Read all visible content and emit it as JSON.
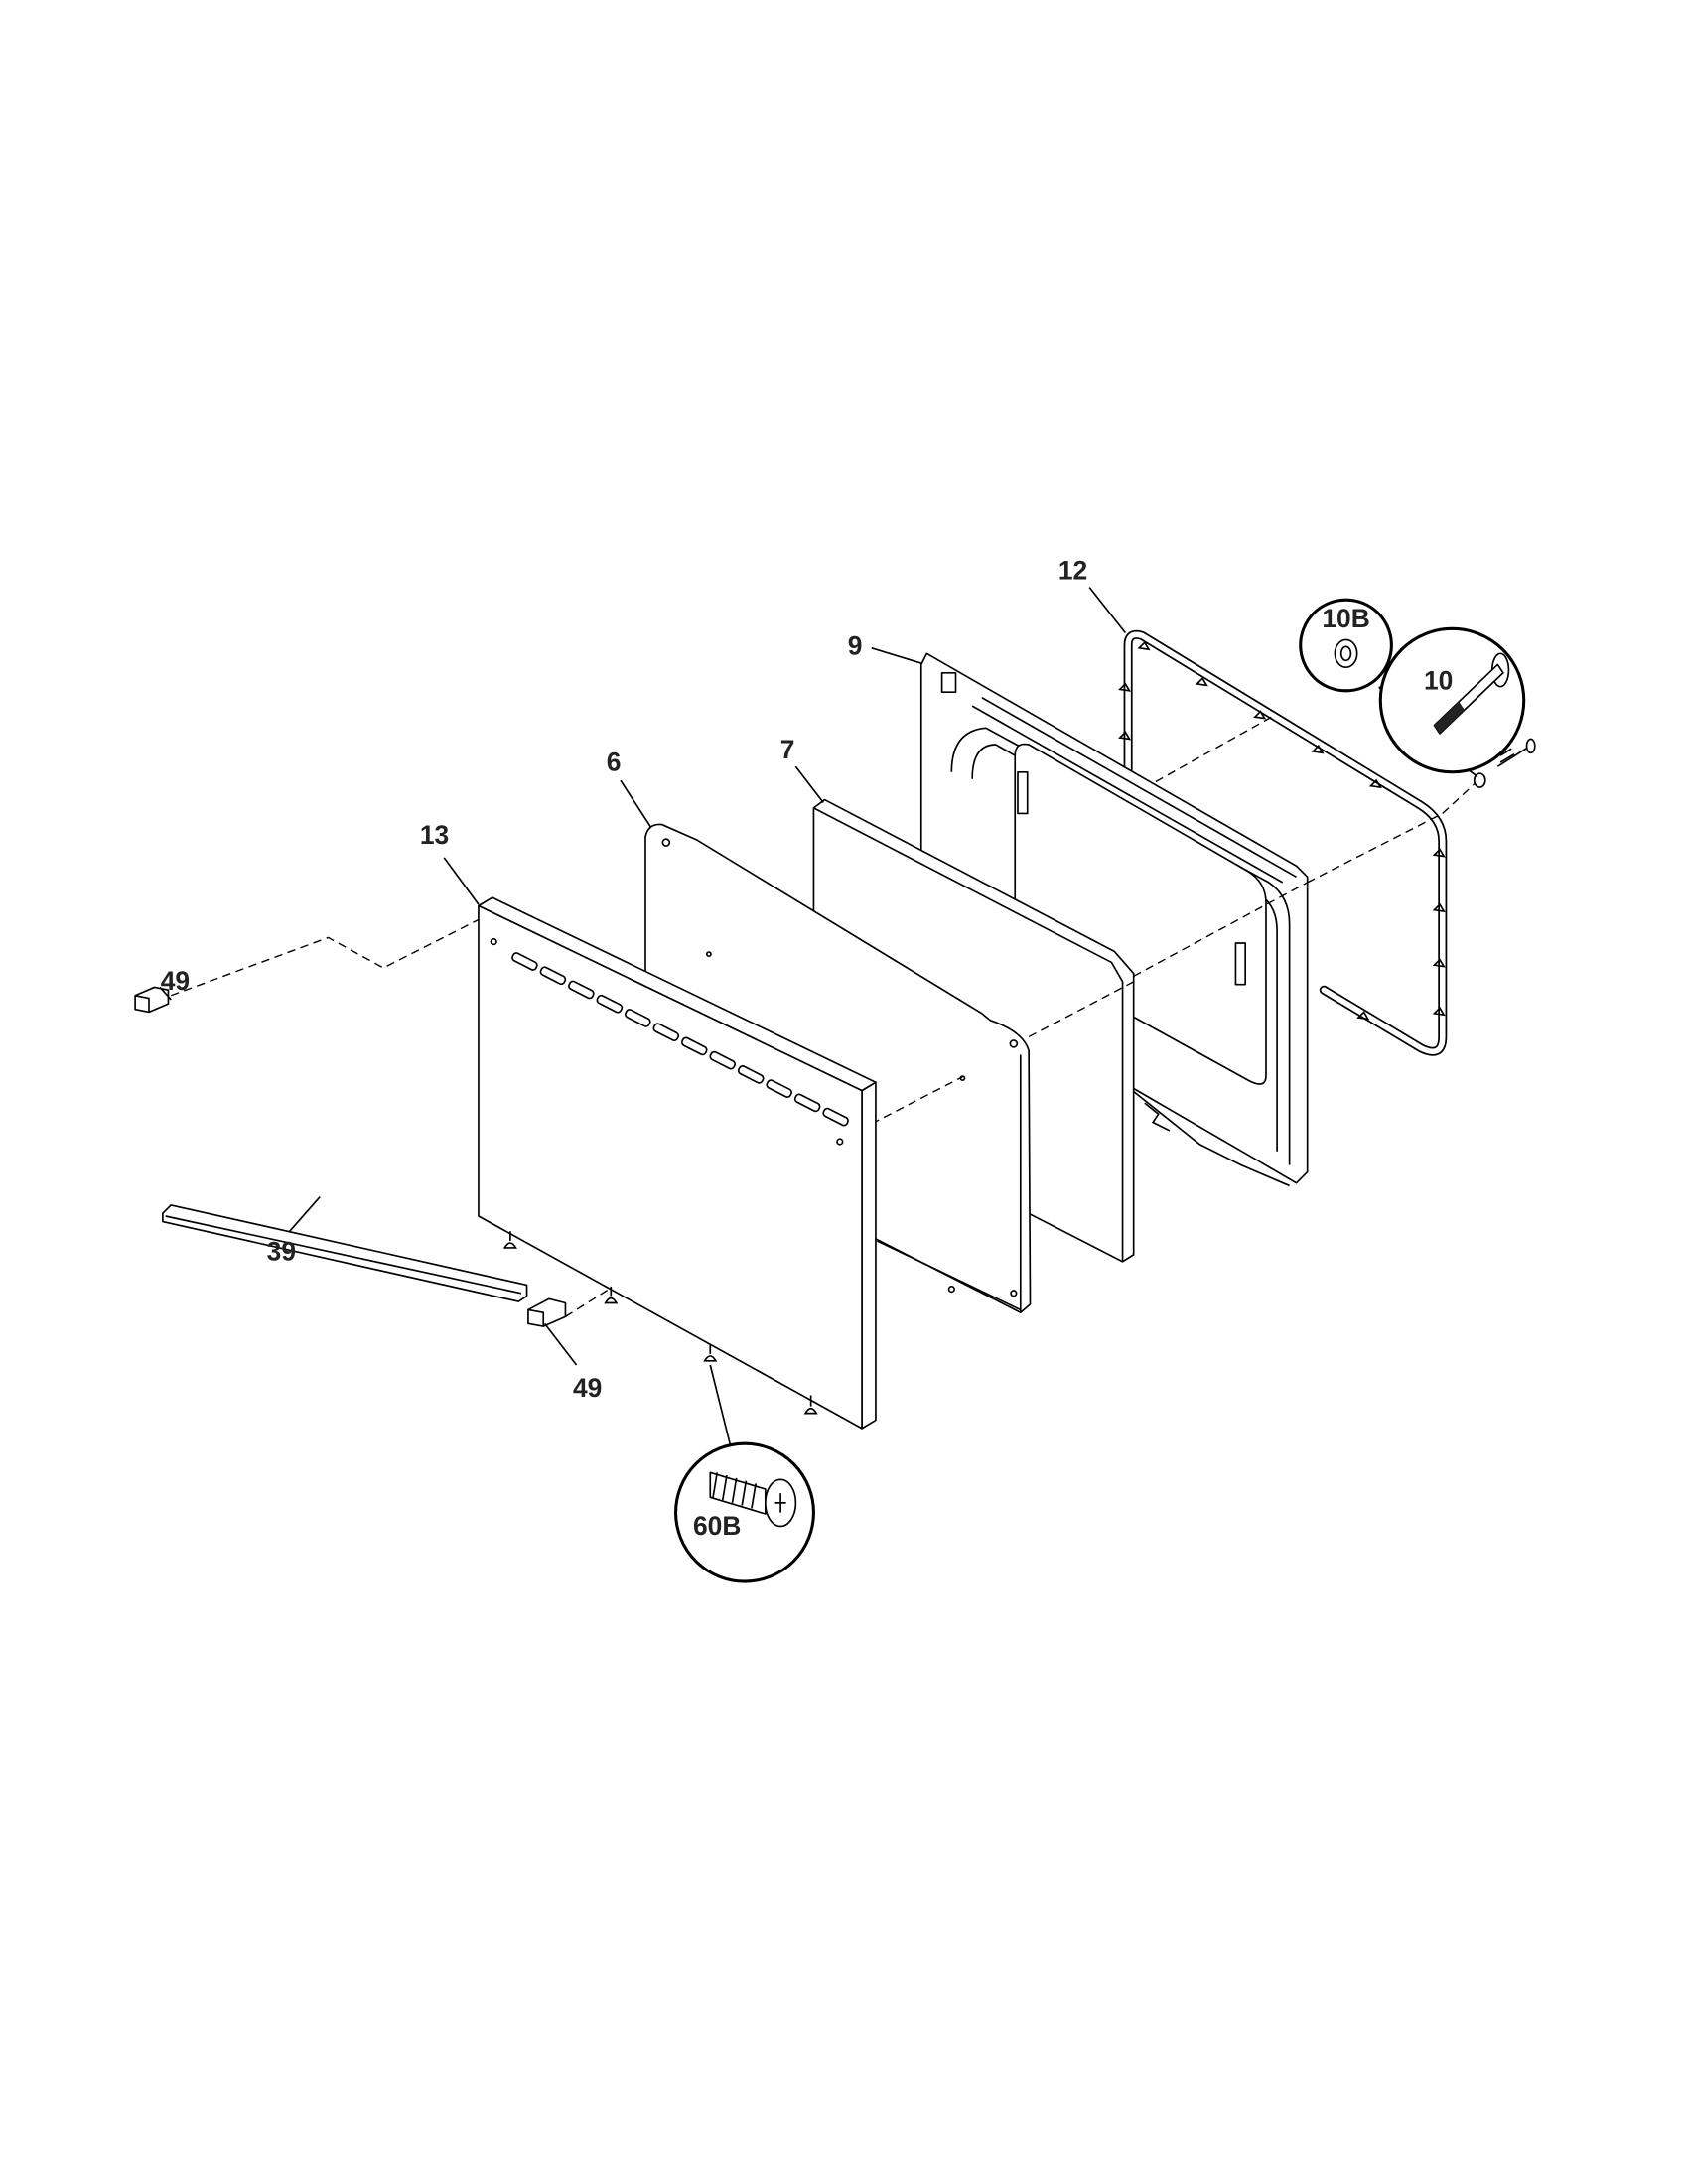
{
  "diagram": {
    "callouts": {
      "frame_12": "12",
      "panel_9": "9",
      "washer_10b": "10B",
      "screw_10": "10",
      "panel_6": "6",
      "panel_7": "7",
      "panel_13": "13",
      "clip_49_left": "49",
      "rail_39": "39",
      "clip_49_right": "49",
      "screw_60b": "60B"
    },
    "colors": {
      "line": "#000000",
      "background": "#ffffff"
    }
  }
}
